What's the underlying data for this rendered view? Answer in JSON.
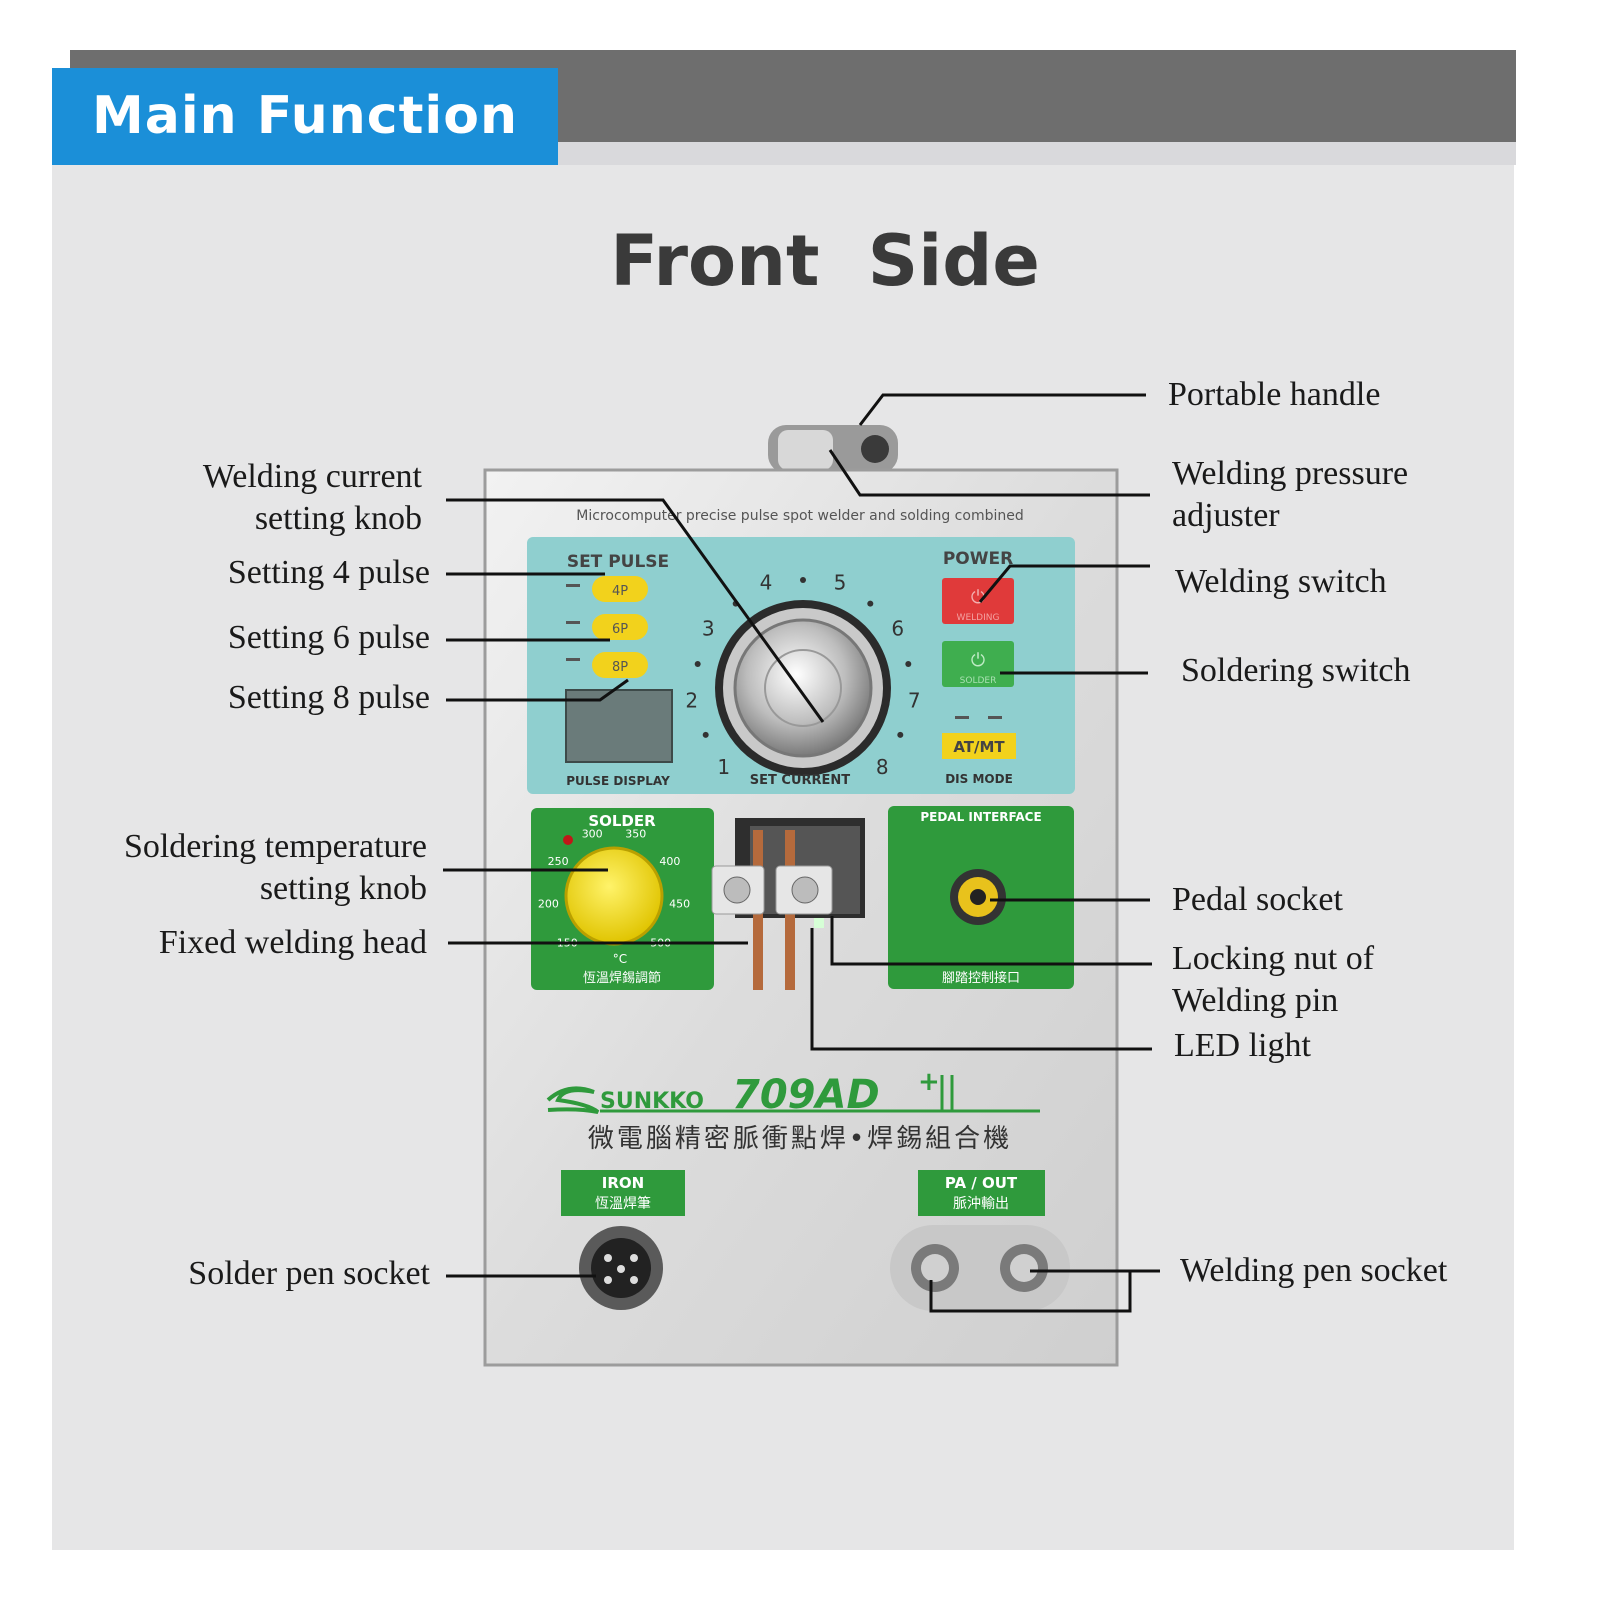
{
  "header": {
    "tab_label": "Main Function",
    "tab_color": "#1b8fd8",
    "bar_color": "#6e6e6e"
  },
  "title": "Front  Side",
  "callouts": {
    "portable_handle": "Portable handle",
    "welding_pressure_adjuster": "Welding pressure\nadjuster",
    "welding_switch": "Welding switch",
    "soldering_switch": "Soldering switch",
    "pedal_socket": "Pedal socket",
    "locking_nut": "Locking nut of\nWelding pin",
    "led_light": "LED light",
    "welding_pen_socket": "Welding pen socket",
    "welding_current_knob": "Welding current\nsetting knob",
    "setting_4_pulse": "Setting 4 pulse",
    "setting_6_pulse": "Setting 6 pulse",
    "setting_8_pulse": "Setting 8 pulse",
    "soldering_temp_knob": "Soldering temperature\nsetting knob",
    "fixed_welding_head": "Fixed welding head",
    "solder_pen_socket": "Solder pen socket"
  },
  "device": {
    "top_caption": "Microcomputer precise pulse spot welder and solding combined",
    "set_pulse": "SET PULSE",
    "pulse_4": "4P",
    "pulse_6": "6P",
    "pulse_8": "8P",
    "pulse_display": "PULSE DISPLAY",
    "set_current": "SET CURRENT",
    "dial_numbers": [
      "1",
      "2",
      "3",
      "4",
      "5",
      "6",
      "7",
      "8"
    ],
    "power": "POWER",
    "welding_btn": "WELDING",
    "solder_btn": "SOLDER",
    "at_mt": "AT/MT",
    "dis_mode": "DIS MODE",
    "solder_title": "SOLDER",
    "temp_marks": [
      "150",
      "200",
      "250",
      "300",
      "350",
      "400",
      "450",
      "500"
    ],
    "temp_unit": "°C",
    "solder_cn": "恆溫焊錫調節",
    "pedal_interface": "PEDAL  INTERFACE",
    "pedal_cn": "腳踏控制接口",
    "brand": "SUNKKO",
    "model": "709AD",
    "model_suffix": "+",
    "model_cn": "微電腦精密脈衝點焊•焊錫組合機",
    "iron_label": "IRON",
    "iron_cn": "恆溫焊筆",
    "pa_out": "PA / OUT",
    "pa_out_cn": "脈沖輸出"
  },
  "colors": {
    "teal_panel": "#8fcfcf",
    "green_panel": "#2f9a3c",
    "yellow_button": "#f2d21c",
    "red_button": "#e03a3a",
    "green_button": "#3fae4f"
  }
}
